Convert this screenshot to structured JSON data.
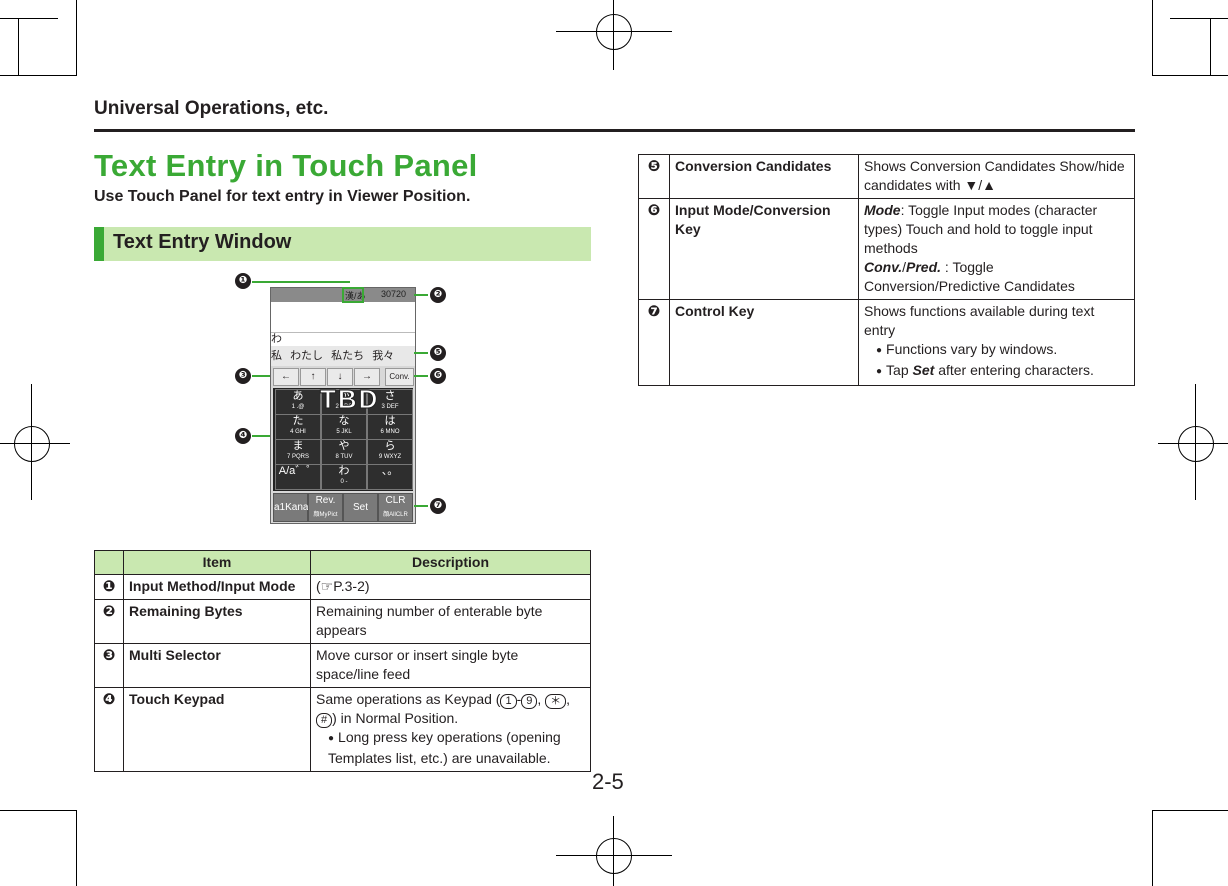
{
  "header": {
    "section": "Universal Operations, etc."
  },
  "title": "Text Entry in Touch Panel",
  "subtitle": "Use Touch Panel for text entry in Viewer Position.",
  "band": "Text Entry Window",
  "screen": {
    "status": "30720",
    "input_mode": "漢/あ",
    "text_line": "わ",
    "candidates": [
      "私",
      "わたし",
      "私たち",
      "我々"
    ],
    "conv": "Conv.",
    "keys": [
      {
        "main": "あ",
        "sub": "1 .@"
      },
      {
        "main": "か",
        "sub": "2 ABC"
      },
      {
        "main": "さ",
        "sub": "3 DEF"
      },
      {
        "main": "た",
        "sub": "4 GHI"
      },
      {
        "main": "な",
        "sub": "5 JKL"
      },
      {
        "main": "は",
        "sub": "6 MNO"
      },
      {
        "main": "ま",
        "sub": "7 PQRS"
      },
      {
        "main": "や",
        "sub": "8 TUV"
      },
      {
        "main": "ら",
        "sub": "9 WXYZ"
      },
      {
        "main": "A/a゛゜",
        "sub": ""
      },
      {
        "main": "わ",
        "sub": "0 -"
      },
      {
        "main": "、。",
        "sub": ""
      }
    ],
    "controls": [
      {
        "label": "a1Kana",
        "sub": ""
      },
      {
        "label": "Rev.",
        "sub": "顔MyPict"
      },
      {
        "label": "Set",
        "sub": ""
      },
      {
        "label": "CLR",
        "sub": "顔AllCLR"
      }
    ],
    "watermark": "TBD"
  },
  "callouts": [
    "❶",
    "❷",
    "❸",
    "❹",
    "❺",
    "❻",
    "❼"
  ],
  "table_left": {
    "headers": [
      "",
      "Item",
      "Description"
    ],
    "rows": [
      {
        "num": "❶",
        "item": "Input Method/Input Mode",
        "desc": "(☞P.3-2)"
      },
      {
        "num": "❷",
        "item": "Remaining Bytes",
        "desc": "Remaining number of enterable byte appears"
      },
      {
        "num": "❸",
        "item": "Multi Selector",
        "desc": "Move cursor or insert single byte space/line feed"
      },
      {
        "num": "❹",
        "item": "Touch Keypad",
        "desc_a": "Same operations as Keypad (",
        "k1": "1",
        "dash": "-",
        "k9": "9",
        "comma": ", ",
        "kstar": "＊",
        "comma2": ",",
        "khash": "#",
        "desc_b": ") in Normal Position.",
        "bullet": "Long press key operations (opening Templates list, etc.) are unavailable."
      }
    ]
  },
  "table_right": {
    "rows": [
      {
        "num": "❺",
        "item": "Conversion Candidates",
        "desc_a": "Shows Conversion Candidates Show/hide candidates with ",
        "icons": "▼/▲"
      },
      {
        "num": "❻",
        "item": "Input Mode/Conversion Key",
        "mode": "Mode",
        "mode_desc": ": Toggle Input modes (character types) Touch and hold to toggle input methods",
        "conv": "Conv.",
        "slash": "/",
        "pred": "Pred.",
        "conv_desc": " : Toggle Conversion/Predictive Candidates"
      },
      {
        "num": "❼",
        "item": "Control Key",
        "desc": "Shows functions available during text entry",
        "b1": "Functions vary by windows.",
        "b2a": "Tap ",
        "b2set": "Set",
        "b2b": " after entering characters."
      }
    ]
  },
  "page_number": "2-5",
  "colors": {
    "accent": "#3aa935",
    "band": "#c9e8b0"
  }
}
